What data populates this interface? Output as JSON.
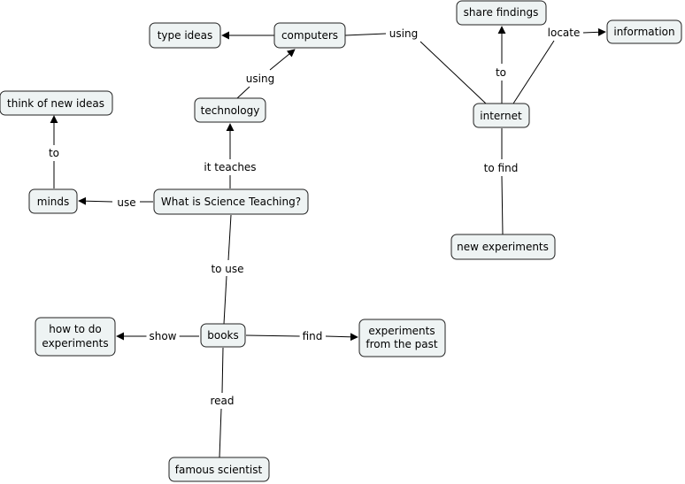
{
  "concept_map": {
    "concepts": {
      "what_is_science_teaching": "What is Science Teaching?",
      "technology": "technology",
      "computers": "computers",
      "type_ideas": "type ideas",
      "internet": "internet",
      "share_findings": "share findings",
      "information": "information",
      "new_experiments": "new experiments",
      "minds": "minds",
      "think_of_new_ideas": "think of new ideas",
      "books": "books",
      "how_to_do_experiments": [
        "how to do",
        "experiments"
      ],
      "experiments_from_the_past": [
        "experiments",
        "from the past"
      ],
      "famous_scientist": "famous scientist"
    },
    "link_labels": {
      "it_teaches": "it teaches",
      "using_tech": "using",
      "using_comp": "using",
      "to_share": "to",
      "locate": "locate",
      "to_find": "to find",
      "use": "use",
      "to_minds": "to",
      "to_use": "to use",
      "show": "show",
      "find": "find",
      "read": "read"
    }
  }
}
